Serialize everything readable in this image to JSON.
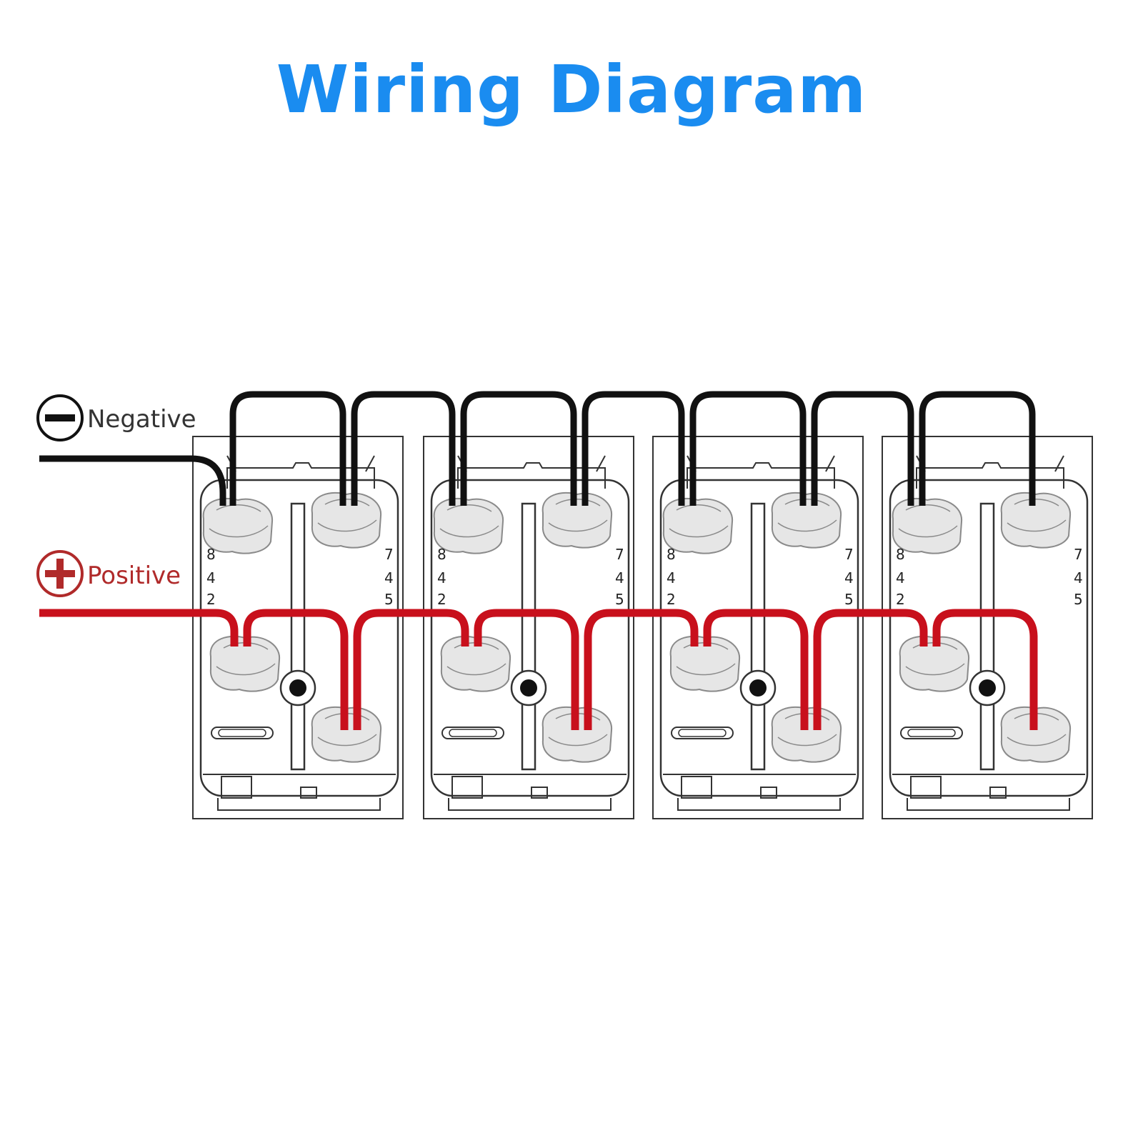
{
  "title": "Wiring Diagram",
  "legend": {
    "negative": {
      "label": "Negative",
      "symbol": "−"
    },
    "positive": {
      "label": "Positive",
      "symbol": "+"
    }
  },
  "switches": [
    {
      "left_pins": [
        "8",
        "4",
        "2"
      ],
      "right_pins": [
        "7",
        "4",
        "5"
      ]
    },
    {
      "left_pins": [
        "8",
        "4",
        "2"
      ],
      "right_pins": [
        "7",
        "4",
        "5"
      ]
    },
    {
      "left_pins": [
        "8",
        "4",
        "2"
      ],
      "right_pins": [
        "7",
        "4",
        "5"
      ]
    },
    {
      "left_pins": [
        "8",
        "4",
        "2"
      ],
      "right_pins": [
        "7",
        "4",
        "5"
      ]
    }
  ],
  "colors": {
    "title": "#1a8cf0",
    "negative_wire": "#111111",
    "positive_wire": "#c8101c",
    "positive_legend": "#b02a2a",
    "outline": "#333333",
    "terminal_fill": "#e6e6e6",
    "terminal_stroke": "#8a8a8a"
  }
}
